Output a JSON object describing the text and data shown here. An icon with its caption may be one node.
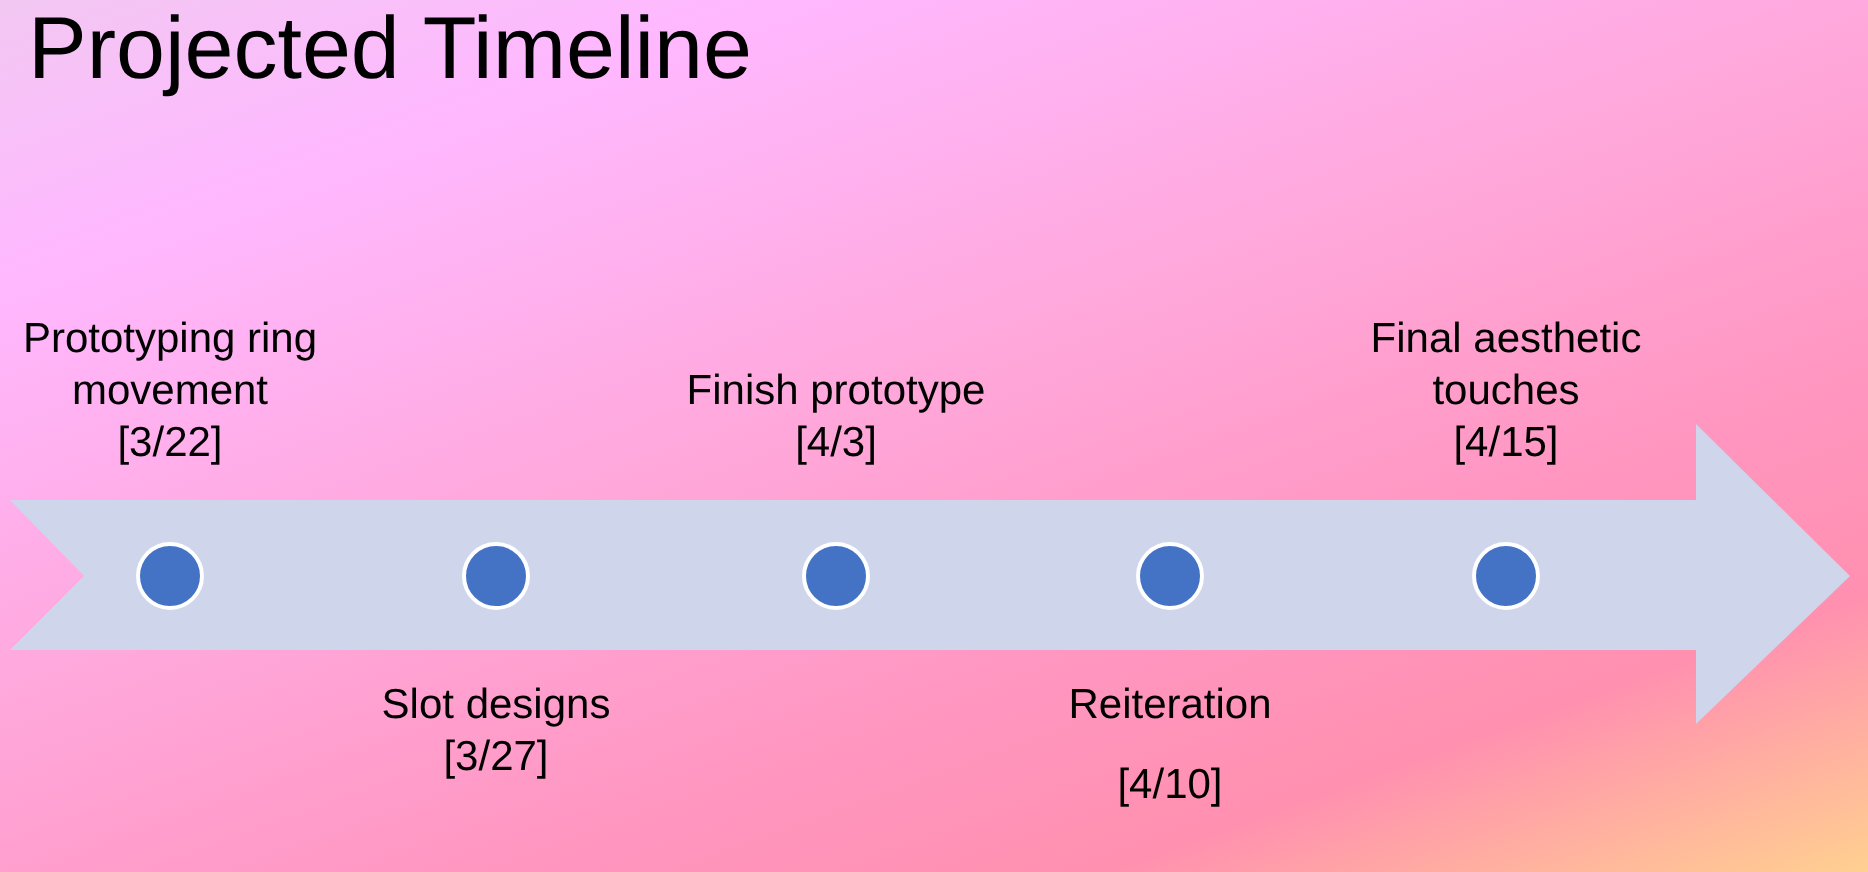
{
  "diagram": {
    "title": "Projected Timeline",
    "nodes": [
      {
        "text": [],
        "shape": "circle",
        "beside": [
          "Prototyping ring movement",
          "[3/22]"
        ]
      },
      {
        "text": [],
        "shape": "circle",
        "beside": [
          "Slot designs",
          "[3/27]"
        ]
      },
      {
        "text": [],
        "shape": "circle",
        "beside": [
          "Finish prototype",
          "[4/3]"
        ]
      },
      {
        "text": [],
        "shape": "circle",
        "beside": [
          "Reiteration",
          "[4/10]"
        ]
      },
      {
        "text": [],
        "shape": "circle",
        "beside": [
          "Final aesthetic touches",
          "[4/15]"
        ]
      }
    ]
  }
}
